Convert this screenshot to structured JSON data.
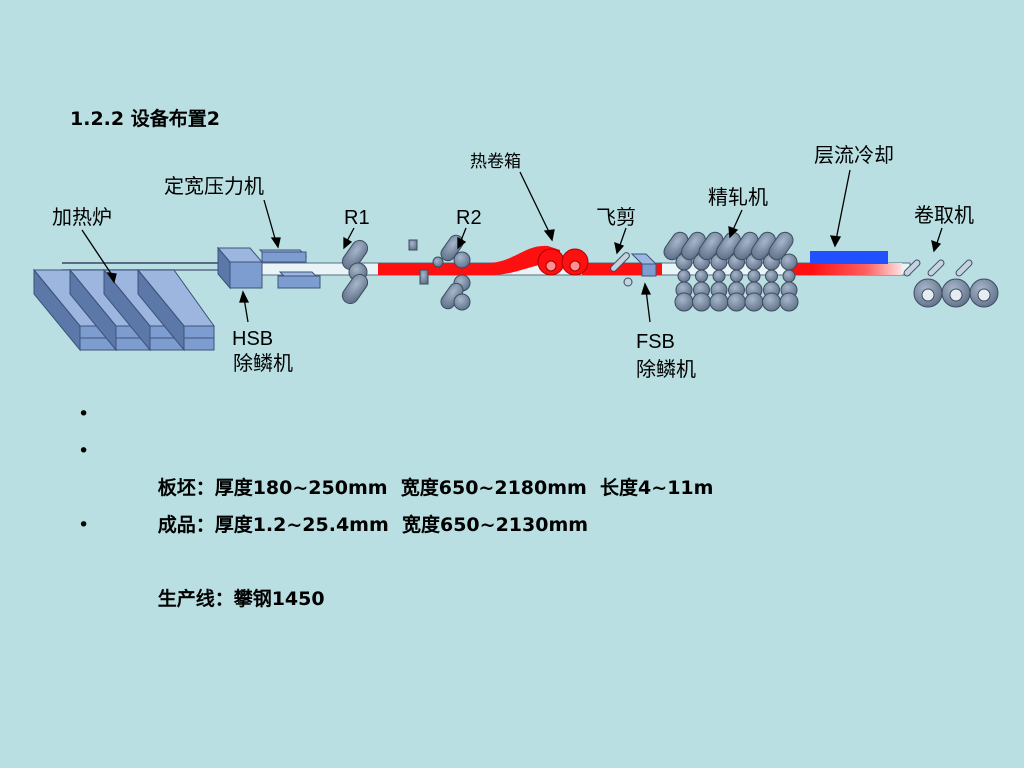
{
  "title": "1.2.2 设备布置2",
  "labels": {
    "heating_furnace": "加热炉",
    "width_press": "定宽压力机",
    "hsb_code": "HSB",
    "hsb_name": "除鳞机",
    "r1": "R1",
    "r2": "R2",
    "coil_box": "热卷箱",
    "flying_shear": "飞剪",
    "fsb_code": "FSB",
    "fsb_name": "除鳞机",
    "finishing_mill": "精轧机",
    "laminar_cooling": "层流冷却",
    "coiler": "卷取机"
  },
  "specs": [
    {
      "bullet": "•",
      "text": "板坯：厚度180~250mm  宽度650~2180mm  长度4~11m"
    },
    {
      "bullet": "•",
      "text": "成品：厚度1.2~25.4mm  宽度650~2130mm"
    },
    {
      "bullet": "•",
      "text": "生产线：攀钢1450"
    }
  ],
  "colors": {
    "background": "#b9dfe2",
    "equipment": "#7d9dd0",
    "equipment_dark": "#4b6796",
    "roll": "#6f8298",
    "strip": "#ff1010",
    "cooling": "#2050ff"
  }
}
